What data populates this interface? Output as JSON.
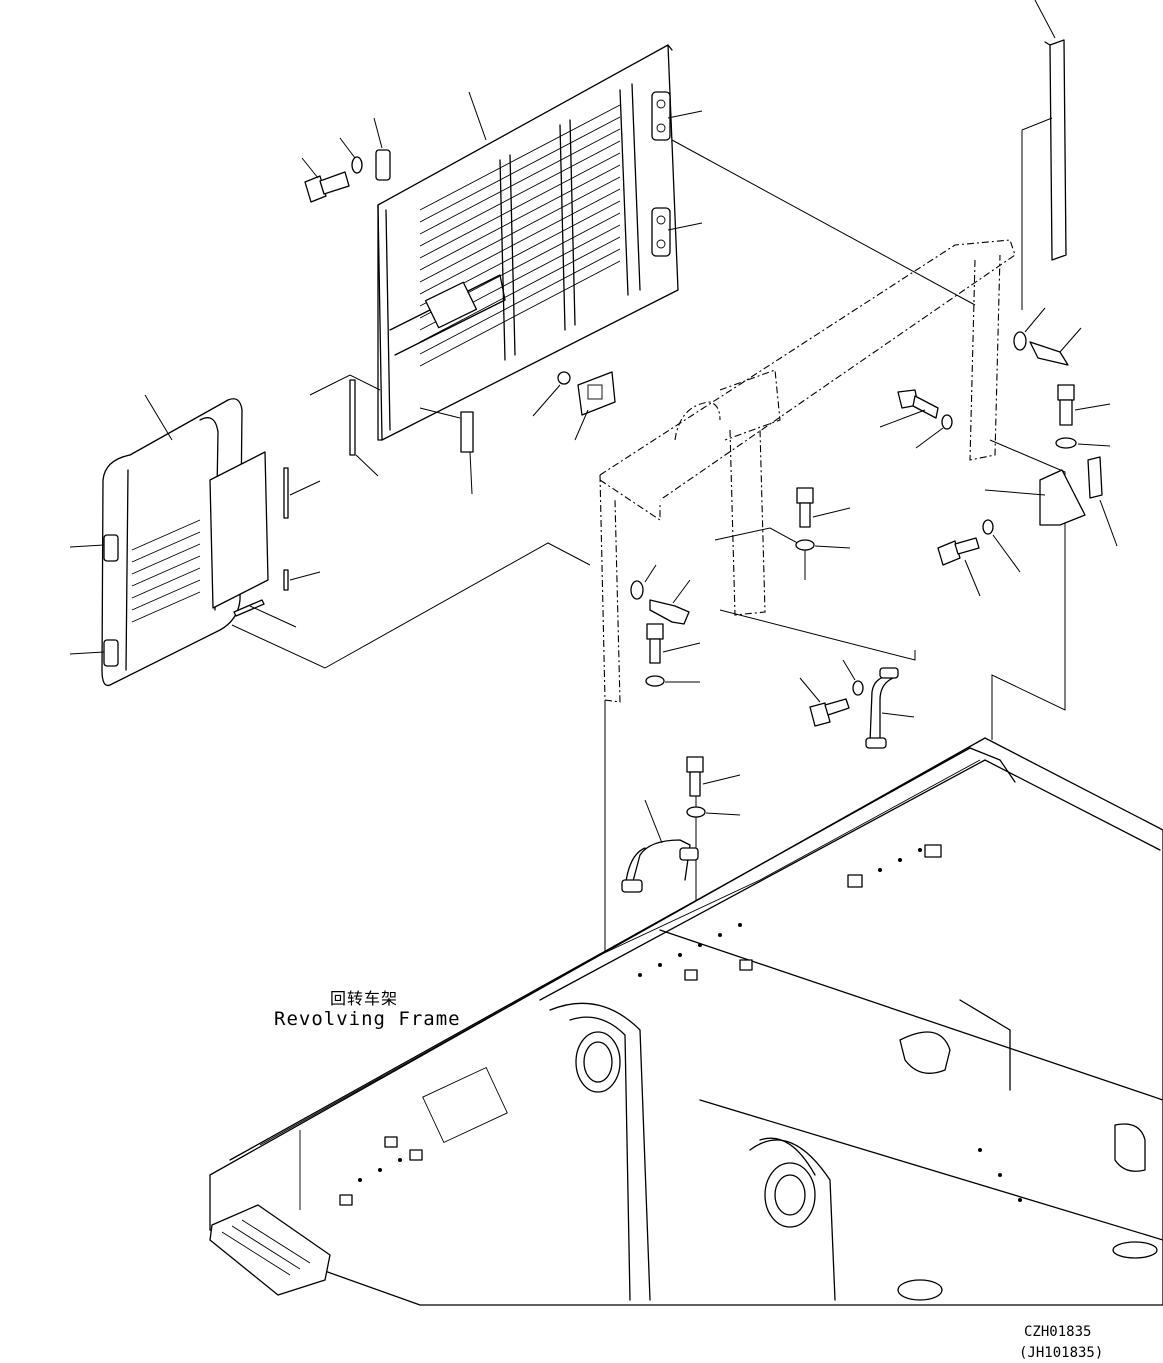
{
  "labels": {
    "frame_cn": "回转车架",
    "frame_en": "Revolving Frame"
  },
  "codes": {
    "illustration": "CZH01835",
    "reference": "(JH101835)"
  }
}
